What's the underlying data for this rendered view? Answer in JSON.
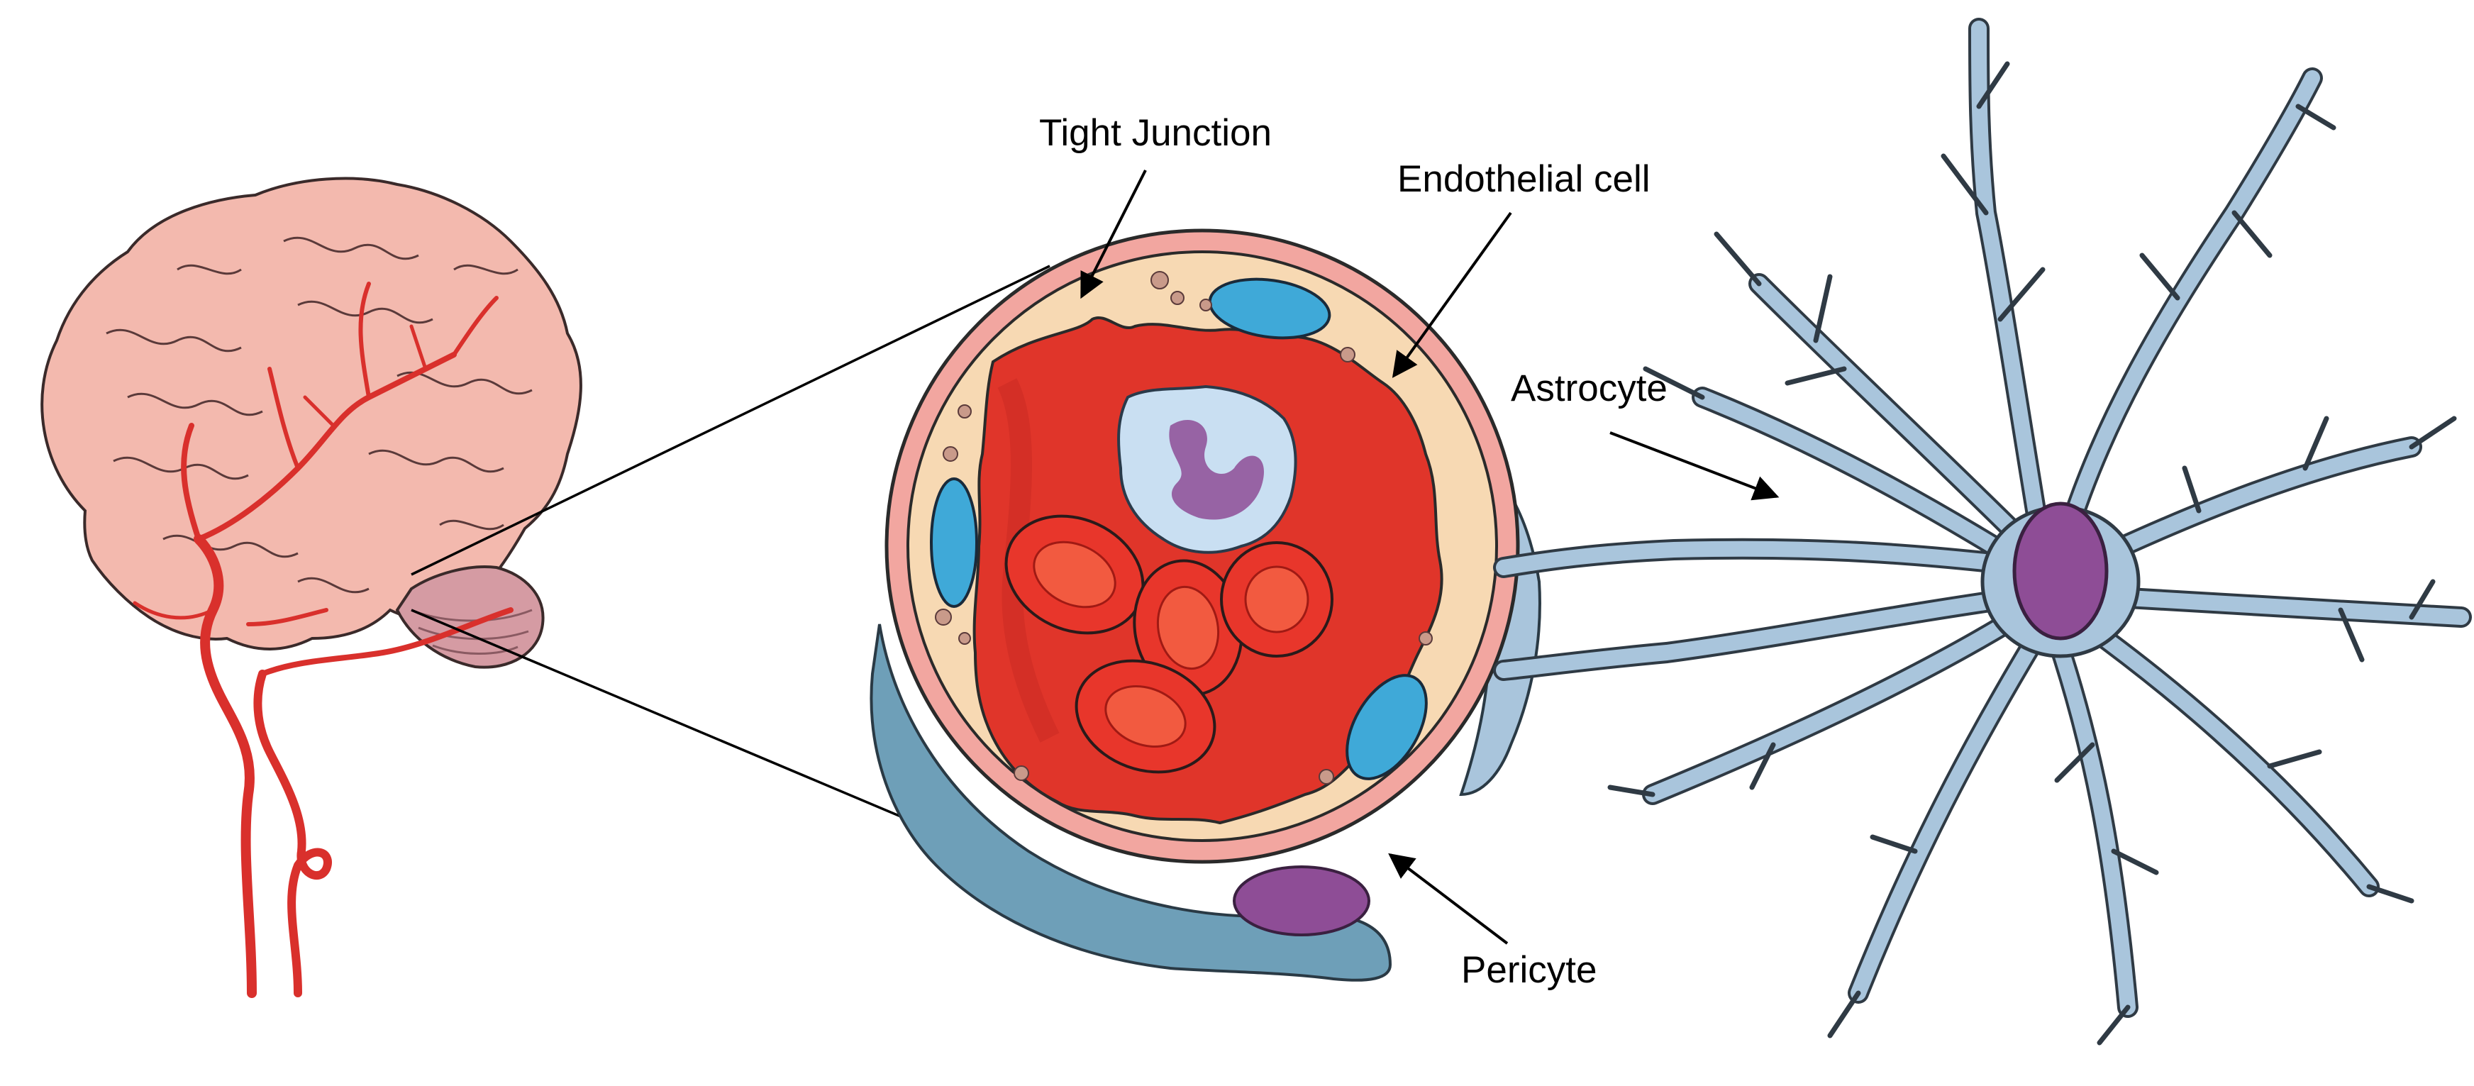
{
  "labels": {
    "tight_junction": "Tight Junction",
    "endothelial_cell": "Endothelial cell",
    "astrocyte": "Astrocyte",
    "pericyte": "Pericyte"
  },
  "colors": {
    "brain": "#f3b9ae",
    "artery": "#d9302c",
    "lumen": "#e0352a",
    "rbc": "#e8362b",
    "endothelium": "#f7d9b3",
    "basement_membrane": "#f2a6a0",
    "nucleus_blue": "#3fa9d8",
    "astrocyte": "#a9c5dc",
    "pericyte": "#6e9fb8",
    "astro_nucleus": "#8e4d96",
    "leukocyte": "#c9dff2"
  },
  "icons": [
    "brain-illustration",
    "capillary-cross-section",
    "astrocyte-illustration"
  ]
}
